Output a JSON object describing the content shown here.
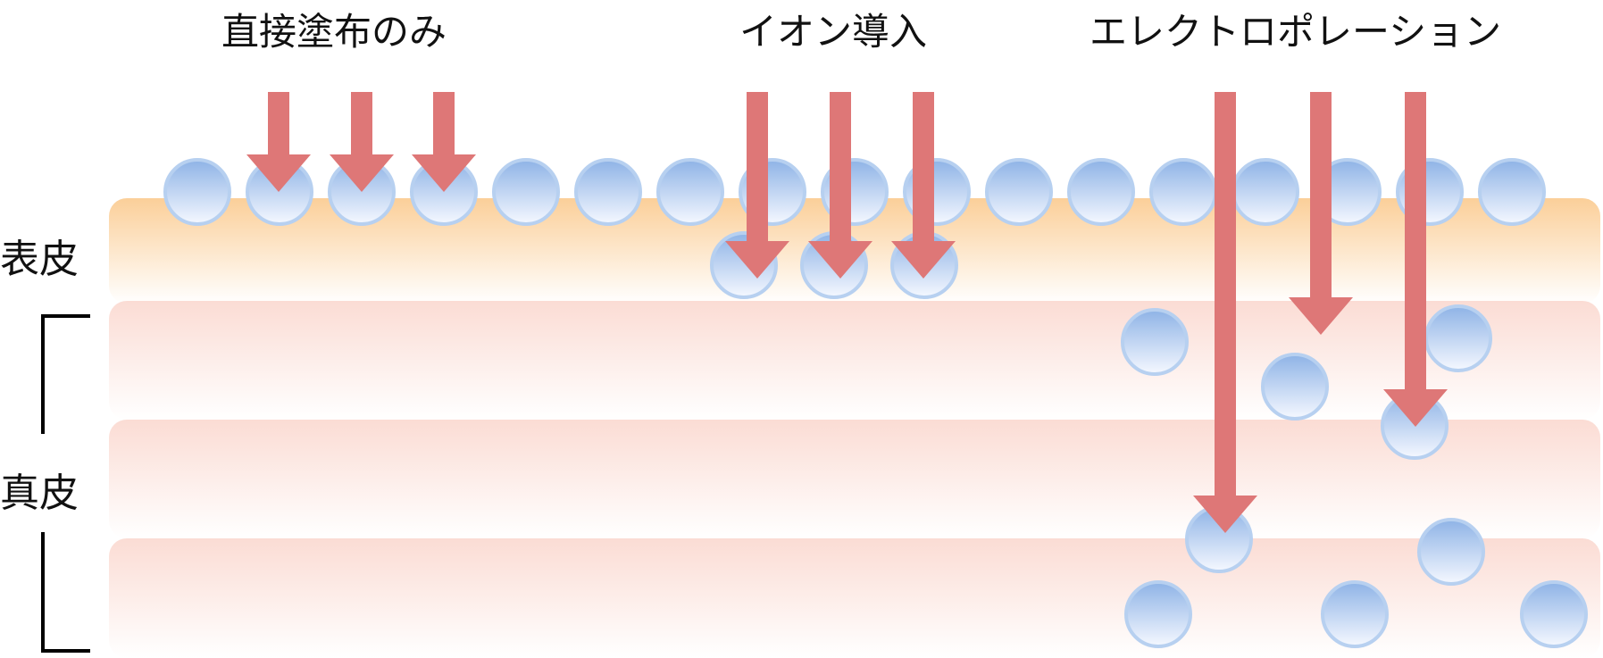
{
  "titles": {
    "direct": "直接塗布のみ",
    "ion": "イオン導入",
    "electro": "エレクトロポレーション"
  },
  "layers": {
    "epidermis": "表皮",
    "dermis": "真皮"
  },
  "colors": {
    "epidermis_top": "#fbcf99",
    "epidermis_bottom": "#ffffff",
    "dermis_top": "#fbdcd4",
    "dermis_bottom": "#ffffff",
    "arrow": "#de7777",
    "molecule_top": "#8eb3e6",
    "molecule_bottom": "#f5f8ff",
    "molecule_ring": "#b7d0f0",
    "bracket": "#000000",
    "text": "#111111"
  }
}
